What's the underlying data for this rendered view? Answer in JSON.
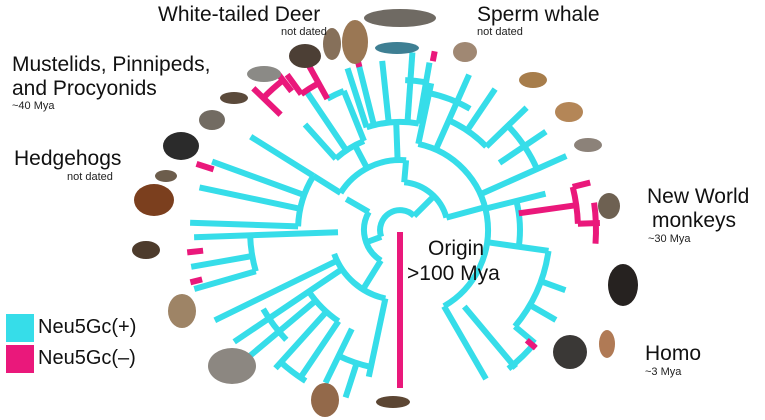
{
  "colors": {
    "positive": "#36dde9",
    "negative": "#ea187b"
  },
  "labels": {
    "deer": {
      "name": "White-tailed Deer",
      "note": "not dated"
    },
    "whale": {
      "name": "Sperm whale",
      "note": "not dated"
    },
    "mustelids": {
      "line1": "Mustelids, Pinnipeds,",
      "line2": "and Procyonids",
      "note": "~40 Mya"
    },
    "hedgehogs": {
      "name": "Hedgehogs",
      "note": "not dated"
    },
    "nwm": {
      "line1": "New World",
      "line2": "monkeys",
      "note": "~30 Mya"
    },
    "origin": {
      "line1": "Origin",
      "line2": ">100 Mya"
    },
    "homo": {
      "name": "Homo",
      "note": "~3 Mya"
    }
  },
  "legend": [
    {
      "label": "Neu5Gc(+)",
      "color": "#36dde9"
    },
    {
      "label": "Neu5Gc(–)",
      "color": "#ea187b"
    }
  ],
  "animals": [
    {
      "name": "sperm-whale-image",
      "color": "#6f6a63"
    },
    {
      "name": "dolphin-image",
      "color": "#3e7f93"
    },
    {
      "name": "deer-image",
      "color": "#9a7754"
    },
    {
      "name": "goat-image",
      "color": "#86705a"
    },
    {
      "name": "boar-image",
      "color": "#4c3f35"
    },
    {
      "name": "seal-image",
      "color": "#8b8a86"
    },
    {
      "name": "ferret-image",
      "color": "#5b4a3b"
    },
    {
      "name": "raccoon-image",
      "color": "#726b62"
    },
    {
      "name": "panda-image",
      "color": "#2b2b2b"
    },
    {
      "name": "hedgehog-image",
      "color": "#6c5d4c"
    },
    {
      "name": "horse-image",
      "color": "#7b3f1e"
    },
    {
      "name": "bat-image",
      "color": "#4d3b2c"
    },
    {
      "name": "sloth-image",
      "color": "#9e8466"
    },
    {
      "name": "elephant-image",
      "color": "#8c8781"
    },
    {
      "name": "kangaroo-image",
      "color": "#93694a"
    },
    {
      "name": "platypus-image",
      "color": "#5c4633"
    },
    {
      "name": "rabbit-image",
      "color": "#a08873"
    },
    {
      "name": "squirrel-image",
      "color": "#a77d4b"
    },
    {
      "name": "hamster-image",
      "color": "#b48657"
    },
    {
      "name": "rat-image",
      "color": "#8c8279"
    },
    {
      "name": "tamarin-image",
      "color": "#6e6152"
    },
    {
      "name": "chimpanzee-image",
      "color": "#262220"
    },
    {
      "name": "gorilla-image",
      "color": "#3a3836"
    },
    {
      "name": "human-image",
      "color": "#b07a55"
    }
  ]
}
